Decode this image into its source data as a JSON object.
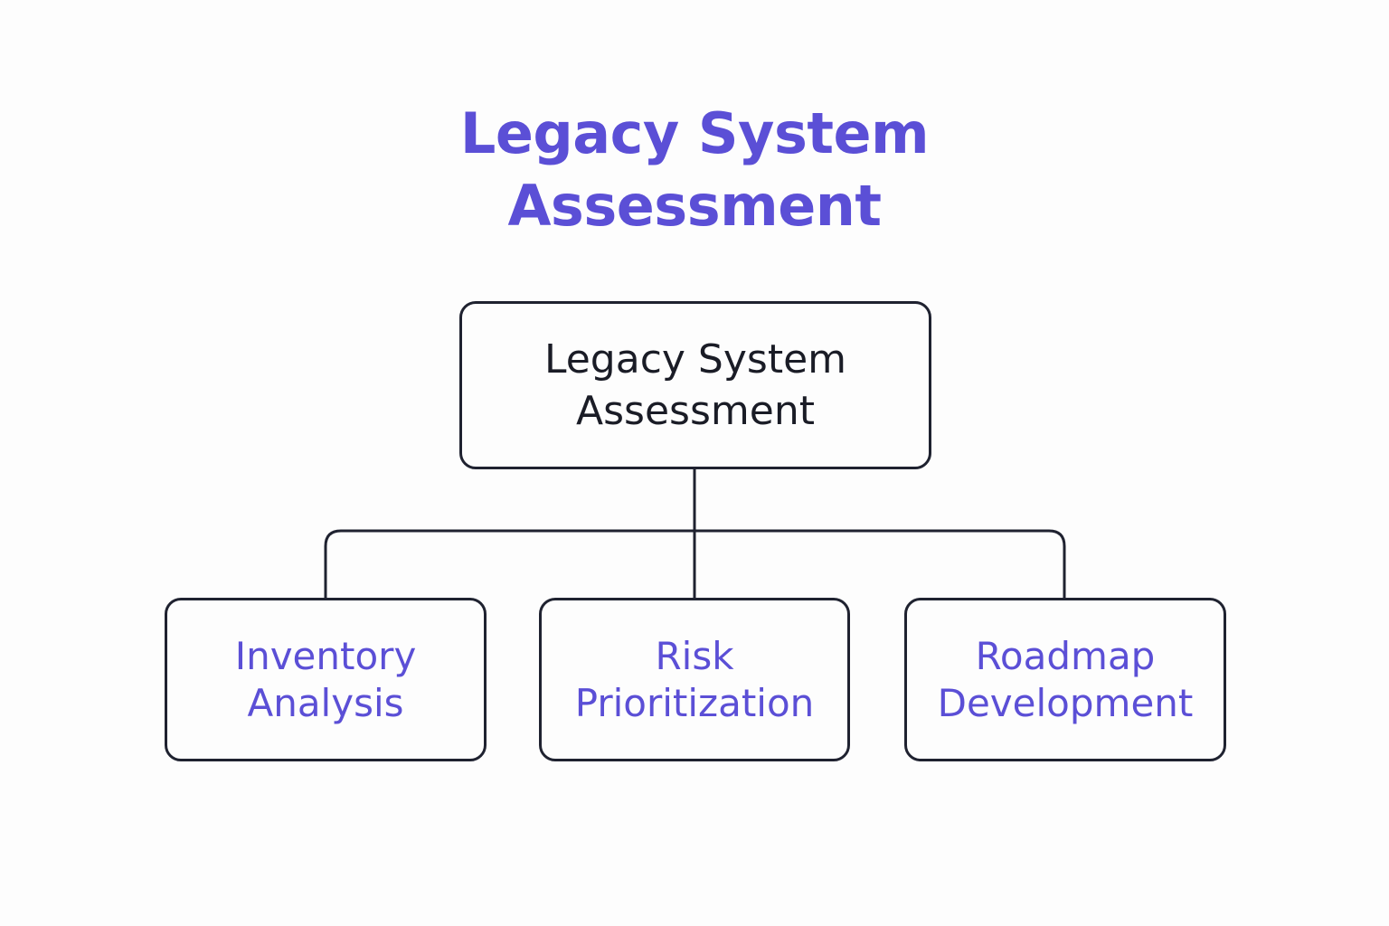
{
  "colors": {
    "accent": "#5b4fd6",
    "border": "#1f2230",
    "root_text": "#1a1c26",
    "background": "#fdfdfd"
  },
  "title": {
    "line1": "Legacy System",
    "line2": "Assessment"
  },
  "root": {
    "line1": "Legacy System",
    "line2": "Assessment"
  },
  "children": [
    {
      "line1": "Inventory",
      "line2": "Analysis"
    },
    {
      "line1": "Risk",
      "line2": "Prioritization"
    },
    {
      "line1": "Roadmap",
      "line2": "Development"
    }
  ]
}
